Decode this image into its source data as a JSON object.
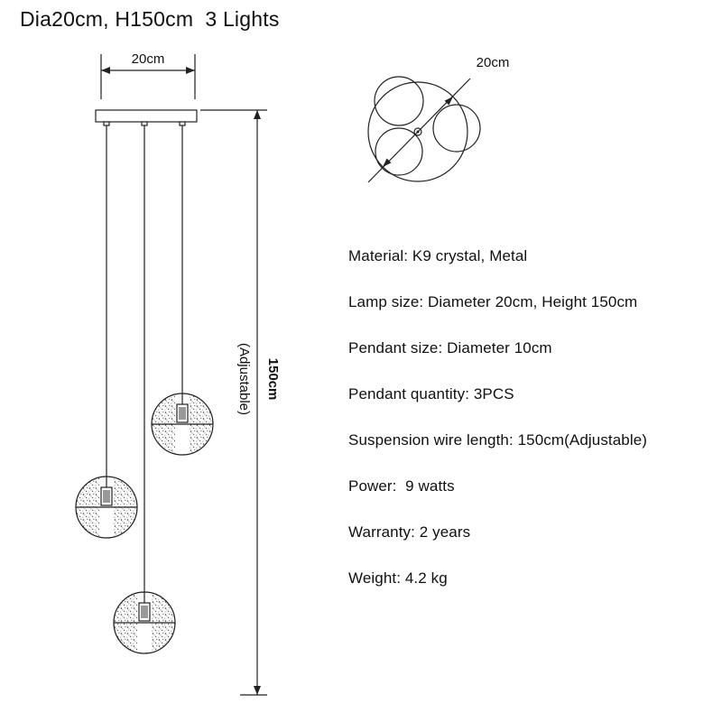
{
  "title": "Dia20cm, H150cm  3 Lights",
  "diagram": {
    "width_label": "20cm",
    "height_label": "150cm",
    "height_sublabel": "(Adjustable)",
    "topview_label": "20cm"
  },
  "specs": [
    "Material: K9 crystal, Metal",
    "Lamp size: Diameter 20cm, Height 150cm",
    "Pendant size: Diameter 10cm",
    "Pendant quantity: 3PCS",
    "Suspension wire length: 150cm(Adjustable)",
    "Power:  9 watts",
    "Warranty: 2 years",
    "Weight: 4.2 kg"
  ]
}
